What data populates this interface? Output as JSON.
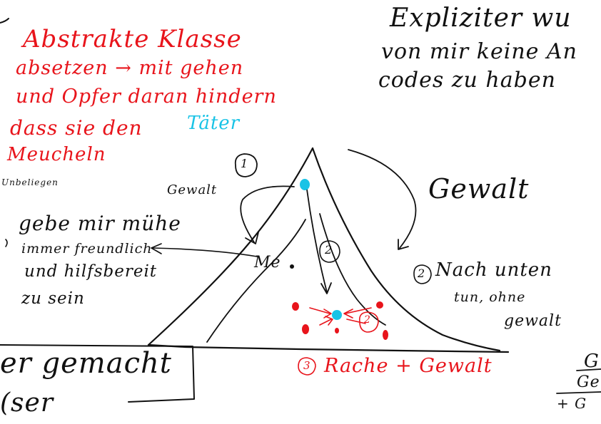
{
  "red_block": {
    "line1": "Abstrakte Klasse",
    "line2": "absetzen → mit gehen",
    "line3": "und Opfer daran hindern",
    "line4_a": "dass sie den",
    "line4_b": "Täter",
    "line5": "Meucheln"
  },
  "top_right": {
    "line1": "Expliziter wu",
    "line2": "von mir keine An",
    "line3": "codes zu haben"
  },
  "left_small": "Unbeliegen",
  "left_block": {
    "line1": "gebe mir mühe",
    "line2": "immer freundlich",
    "line3": "und hilfsbereit",
    "line4": "zu sein"
  },
  "bottom_left": {
    "line1": "er gemacht",
    "line2": "(ser"
  },
  "triangle": {
    "label_1": "1",
    "label_2": "2",
    "gewalt_small": "Gewalt",
    "gewalt_big": "Gewalt",
    "me": "Me",
    "label_2_right": "2",
    "right_text_1": "Nach unten",
    "right_text_2": "tun, ohne",
    "right_text_3": "gewalt",
    "label_3": "3",
    "bottom_red": "Rache + Gewalt",
    "cluster_label": "2"
  },
  "bottom_right": {
    "line1": "G",
    "line2": "Ge",
    "line3": "+ G"
  },
  "colors": {
    "ink_black": "#111111",
    "ink_red": "#e8141b",
    "ink_cyan": "#19c3e6",
    "background": "#ffffff"
  }
}
